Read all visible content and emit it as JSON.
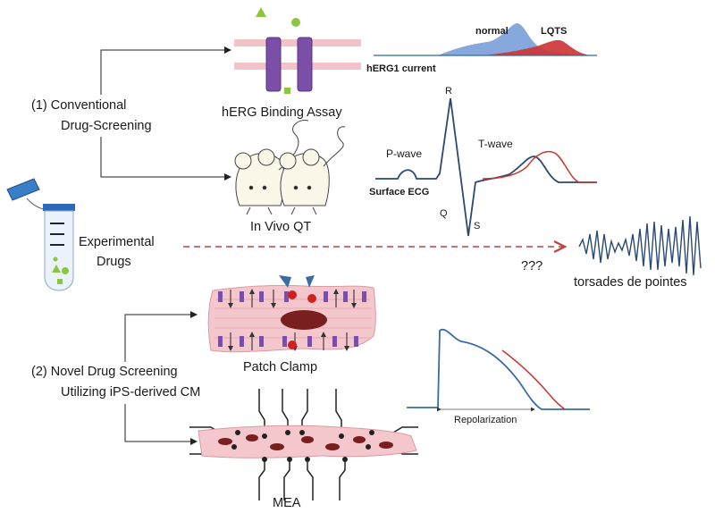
{
  "labels": {
    "conventional_line1": "(1)  Conventional",
    "conventional_line2": "Drug-Screening",
    "herg_assay": "hERG Binding Assay",
    "normal": "normal",
    "lqts": "LQTS",
    "herg_current": "hERG1 current",
    "in_vivo_qt": "In Vivo QT",
    "p_wave": "P-wave",
    "t_wave": "T-wave",
    "surface_ecg": "Surface ECG",
    "ecg_r": "R",
    "ecg_q": "Q",
    "ecg_s": "S",
    "experimental_line1": "Experimental",
    "experimental_line2": "Drugs",
    "unknown": "???",
    "torsades": "torsades de pointes",
    "novel_line1": "(2)  Novel Drug Screening",
    "novel_line2": "Utilizing iPS-derived CM",
    "patch_clamp": "Patch Clamp",
    "repolarization": "Repolarization",
    "mea": "MEA"
  },
  "colors": {
    "channel": "#7b4fa8",
    "membrane": "#f2c3c8",
    "drug_green": "#8cc63f",
    "normal_blue": "#4a7cc0",
    "lqts_red": "#cc3333",
    "ecg_dark": "#2a4a6e",
    "nucleus": "#7a1f1f",
    "blue_marker": "#3a6aa8"
  }
}
